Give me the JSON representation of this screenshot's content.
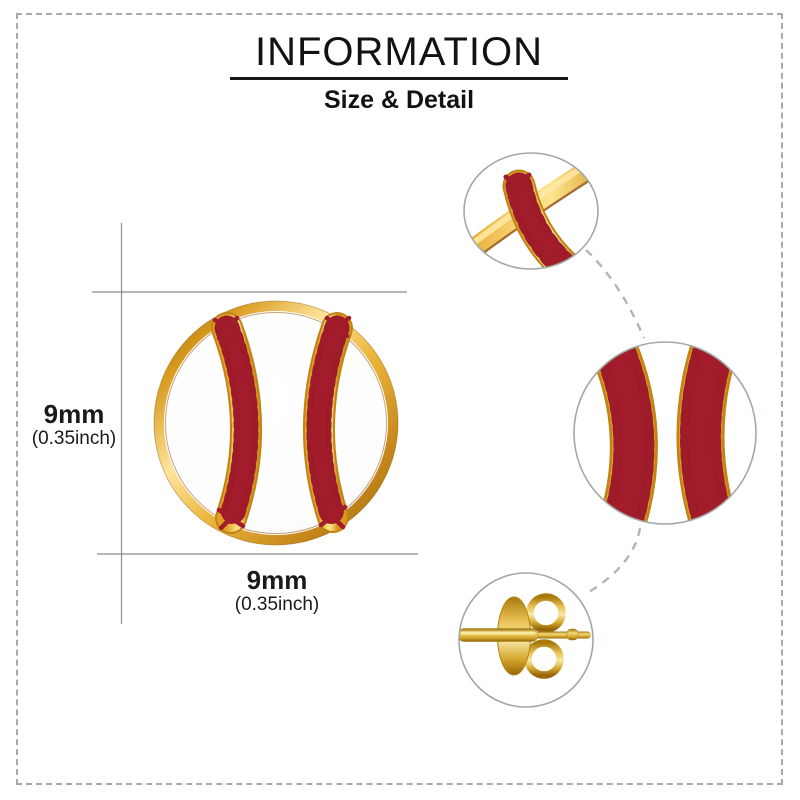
{
  "header": {
    "title": "INFORMATION",
    "subtitle": "Size & Detail"
  },
  "size_labels": {
    "height_mm": "9mm",
    "height_inch": "(0.35inch)",
    "width_mm": "9mm",
    "width_inch": "(0.35inch)"
  },
  "figures": {
    "main": "baseball-stud-earring-front-view",
    "detail_top": "gold-rim-and-seam-stitching-closeup",
    "detail_middle": "double-seam-stitching-closeup",
    "detail_bottom": "butterfly-back-and-ear-post-closeup"
  },
  "colors": {
    "gold": "#E2A52E",
    "gold_light": "#FFE49A",
    "gold_dark": "#B07A10",
    "stitch_red": "#A21C2B",
    "enamel_white": "#FFFFFF",
    "dimension_line_gray": "#8C8C8C",
    "dash_gray": "#AFAFAF",
    "text_black": "#141414"
  }
}
